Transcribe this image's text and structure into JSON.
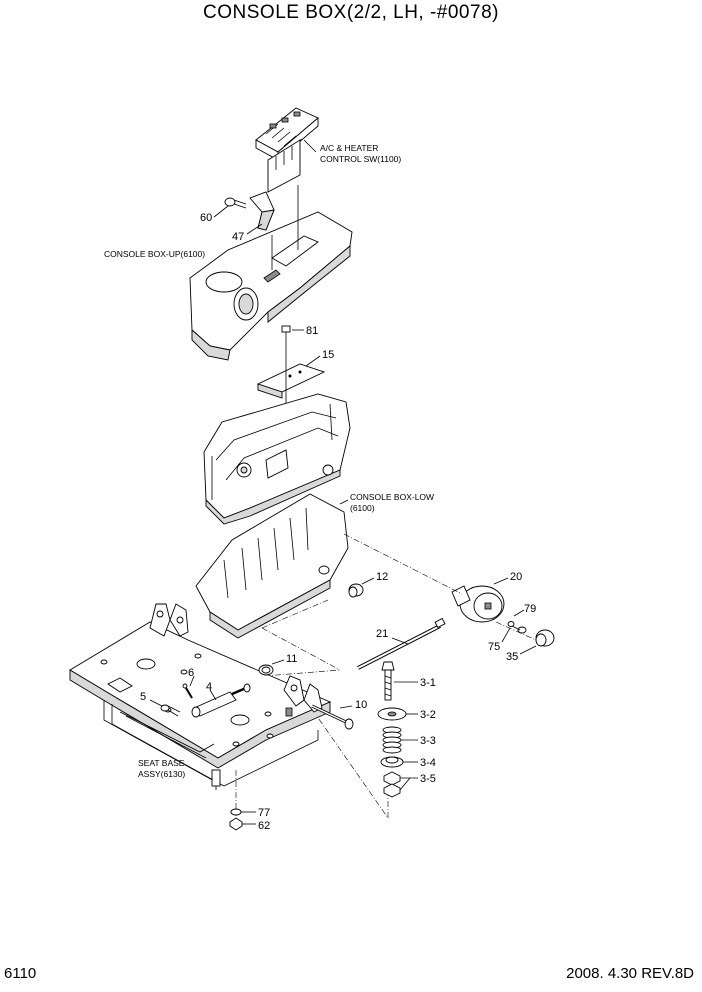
{
  "title": "CONSOLE BOX(2/2, LH, -#0078)",
  "footer": {
    "page_number": "6110",
    "revision": "2008.  4.30  REV.8D"
  },
  "labels": {
    "ac_heater_line1": "A/C & HEATER",
    "ac_heater_line2": "CONTROL SW(1100)",
    "console_box_up": "CONSOLE BOX-UP(6100)",
    "console_box_low_line1": "CONSOLE BOX-LOW",
    "console_box_low_line2": "(6100)",
    "seat_base_line1": "SEAT BASE",
    "seat_base_line2": "ASSY(6130)"
  },
  "callouts": {
    "c60": "60",
    "c47": "47",
    "c81": "81",
    "c15": "15",
    "c12": "12",
    "c20": "20",
    "c79": "79",
    "c75": "75",
    "c35": "35",
    "c21": "21",
    "c11": "11",
    "c6": "6",
    "c4": "4",
    "c5": "5",
    "c10": "10",
    "c3_1": "3-1",
    "c3_2": "3-2",
    "c3_3": "3-3",
    "c3_4": "3-4",
    "c3_5": "3-5",
    "c77": "77",
    "c62": "62"
  }
}
